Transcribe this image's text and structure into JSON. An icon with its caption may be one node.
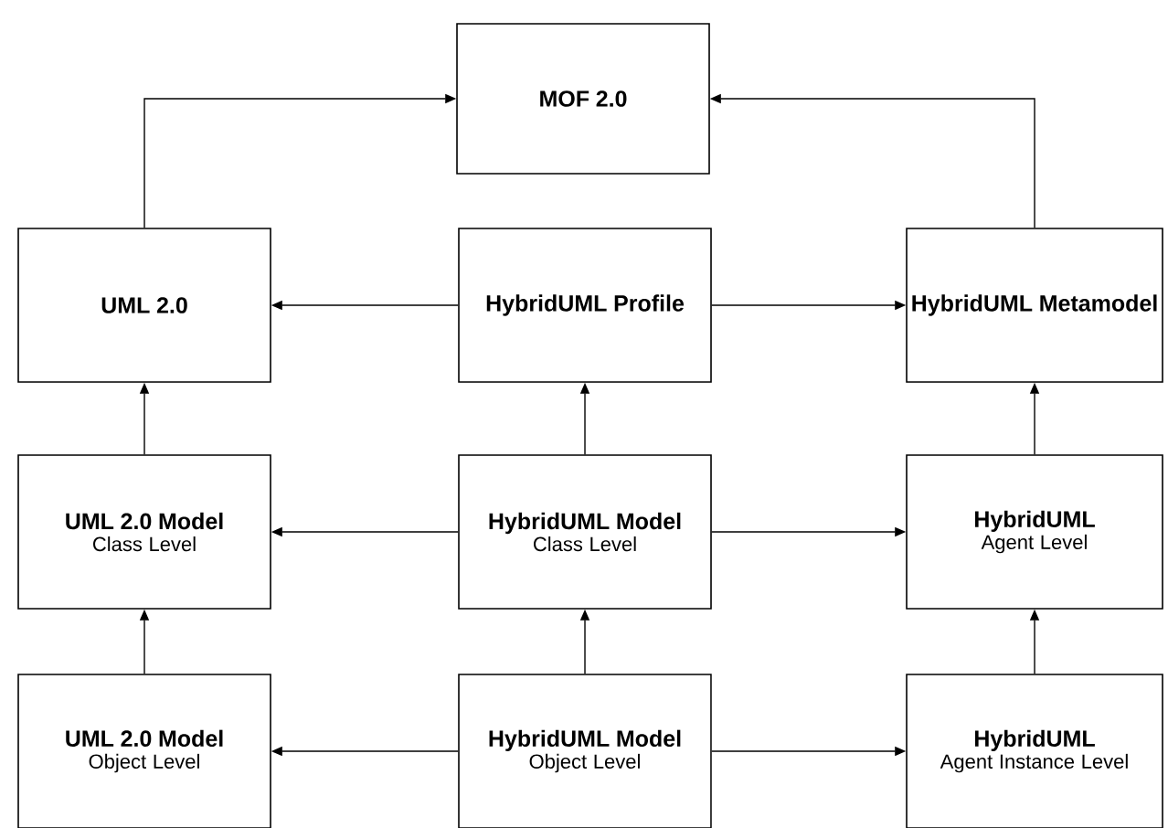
{
  "diagram": {
    "nodes": [
      {
        "text": [
          "MOF 2.0"
        ]
      },
      {
        "text": [
          "UML 2.0"
        ]
      },
      {
        "text": [
          "HybridUML Profile"
        ]
      },
      {
        "text": [
          "HybridUML Metamodel"
        ]
      },
      {
        "text": [
          "UML 2.0 Model",
          "Class Level"
        ]
      },
      {
        "text": [
          "HybridUML Model",
          "Class Level"
        ]
      },
      {
        "text": [
          "HybridUML",
          "Agent Level"
        ]
      },
      {
        "text": [
          "UML 2.0 Model",
          "Object Level"
        ]
      },
      {
        "text": [
          "HybridUML Model",
          "Object Level"
        ]
      },
      {
        "text": [
          "HybridUML",
          "Agent Instance Level"
        ]
      }
    ],
    "edges": [
      {
        "from": 1,
        "to": 0,
        "arrow": "to"
      },
      {
        "from": 3,
        "to": 0,
        "arrow": "to"
      },
      {
        "from": 2,
        "to": 1,
        "arrow": "to"
      },
      {
        "from": 2,
        "to": 3,
        "arrow": "to"
      },
      {
        "from": 4,
        "to": 1,
        "arrow": "to"
      },
      {
        "from": 5,
        "to": 2,
        "arrow": "to"
      },
      {
        "from": 6,
        "to": 3,
        "arrow": "to"
      },
      {
        "from": 5,
        "to": 4,
        "arrow": "to"
      },
      {
        "from": 5,
        "to": 6,
        "arrow": "to"
      },
      {
        "from": 7,
        "to": 4,
        "arrow": "to"
      },
      {
        "from": 8,
        "to": 5,
        "arrow": "to"
      },
      {
        "from": 9,
        "to": 6,
        "arrow": "to"
      },
      {
        "from": 8,
        "to": 7,
        "arrow": "to"
      },
      {
        "from": 8,
        "to": 9,
        "arrow": "to"
      }
    ]
  }
}
